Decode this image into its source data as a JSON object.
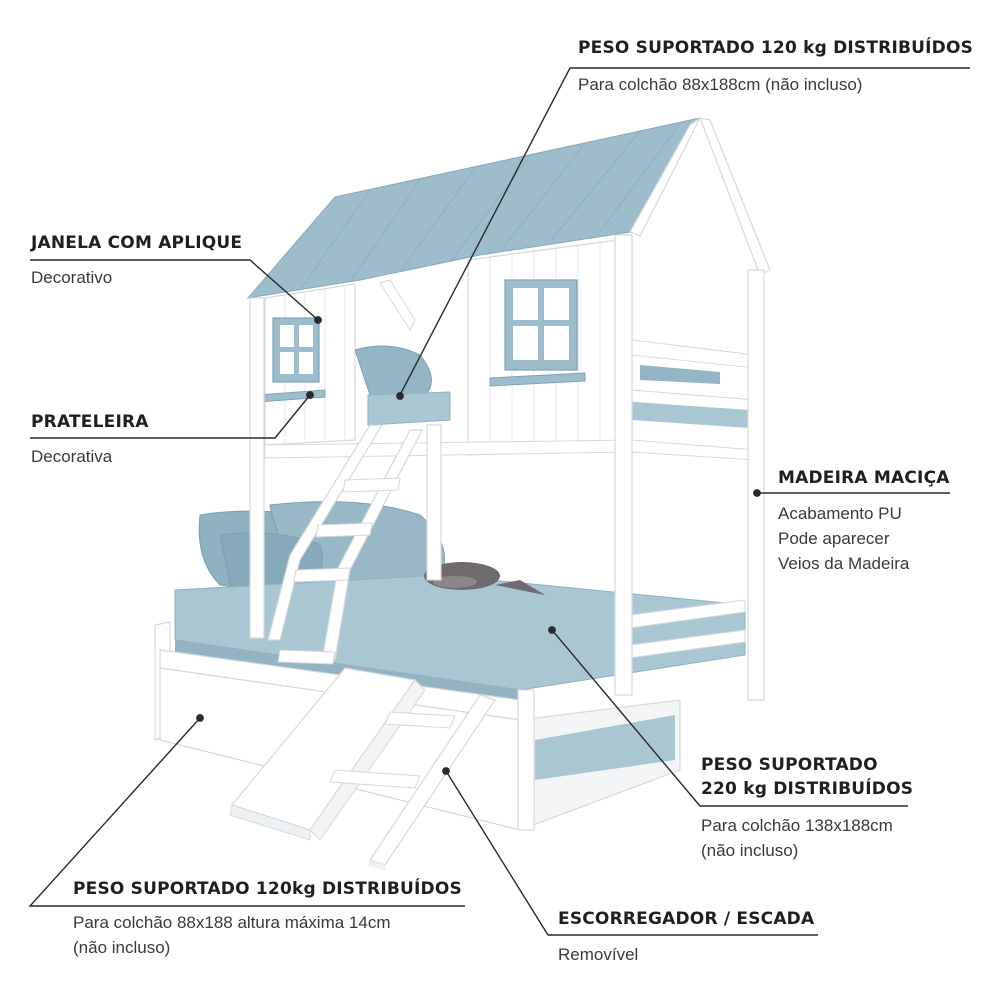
{
  "colors": {
    "wood": "#ffffff",
    "edge": "#d9dde0",
    "blue": "#9dbdcc",
    "blue_dark": "#7fa4b6",
    "mattress": "#a9c6d3",
    "line": "#2a2a2a"
  },
  "callouts": {
    "peso_top": {
      "title": "PESO SUPORTADO 120 kg DISTRIBUÍDOS",
      "lines": [
        "Para colchão 88x188cm (não incluso)"
      ]
    },
    "janela": {
      "title": "JANELA COM APLIQUE",
      "lines": [
        "Decorativo"
      ]
    },
    "prateleira": {
      "title": "PRATELEIRA",
      "lines": [
        "Decorativa"
      ]
    },
    "madeira": {
      "title": "MADEIRA MACIÇA",
      "lines": [
        "Acabamento PU",
        "Pode aparecer",
        "Veios da Madeira"
      ]
    },
    "peso_mid": {
      "title_lines": [
        "PESO SUPORTADO",
        "220 kg DISTRIBUÍDOS"
      ],
      "lines": [
        "Para colchão 138x188cm",
        "(não incluso)"
      ]
    },
    "peso_bottom": {
      "title": "PESO SUPORTADO 120kg DISTRIBUÍDOS",
      "lines": [
        "Para colchão 88x188 altura máxima 14cm",
        "(não incluso)"
      ]
    },
    "escorregador": {
      "title": "ESCORREGADOR / ESCADA",
      "lines": [
        "Removível"
      ]
    }
  }
}
